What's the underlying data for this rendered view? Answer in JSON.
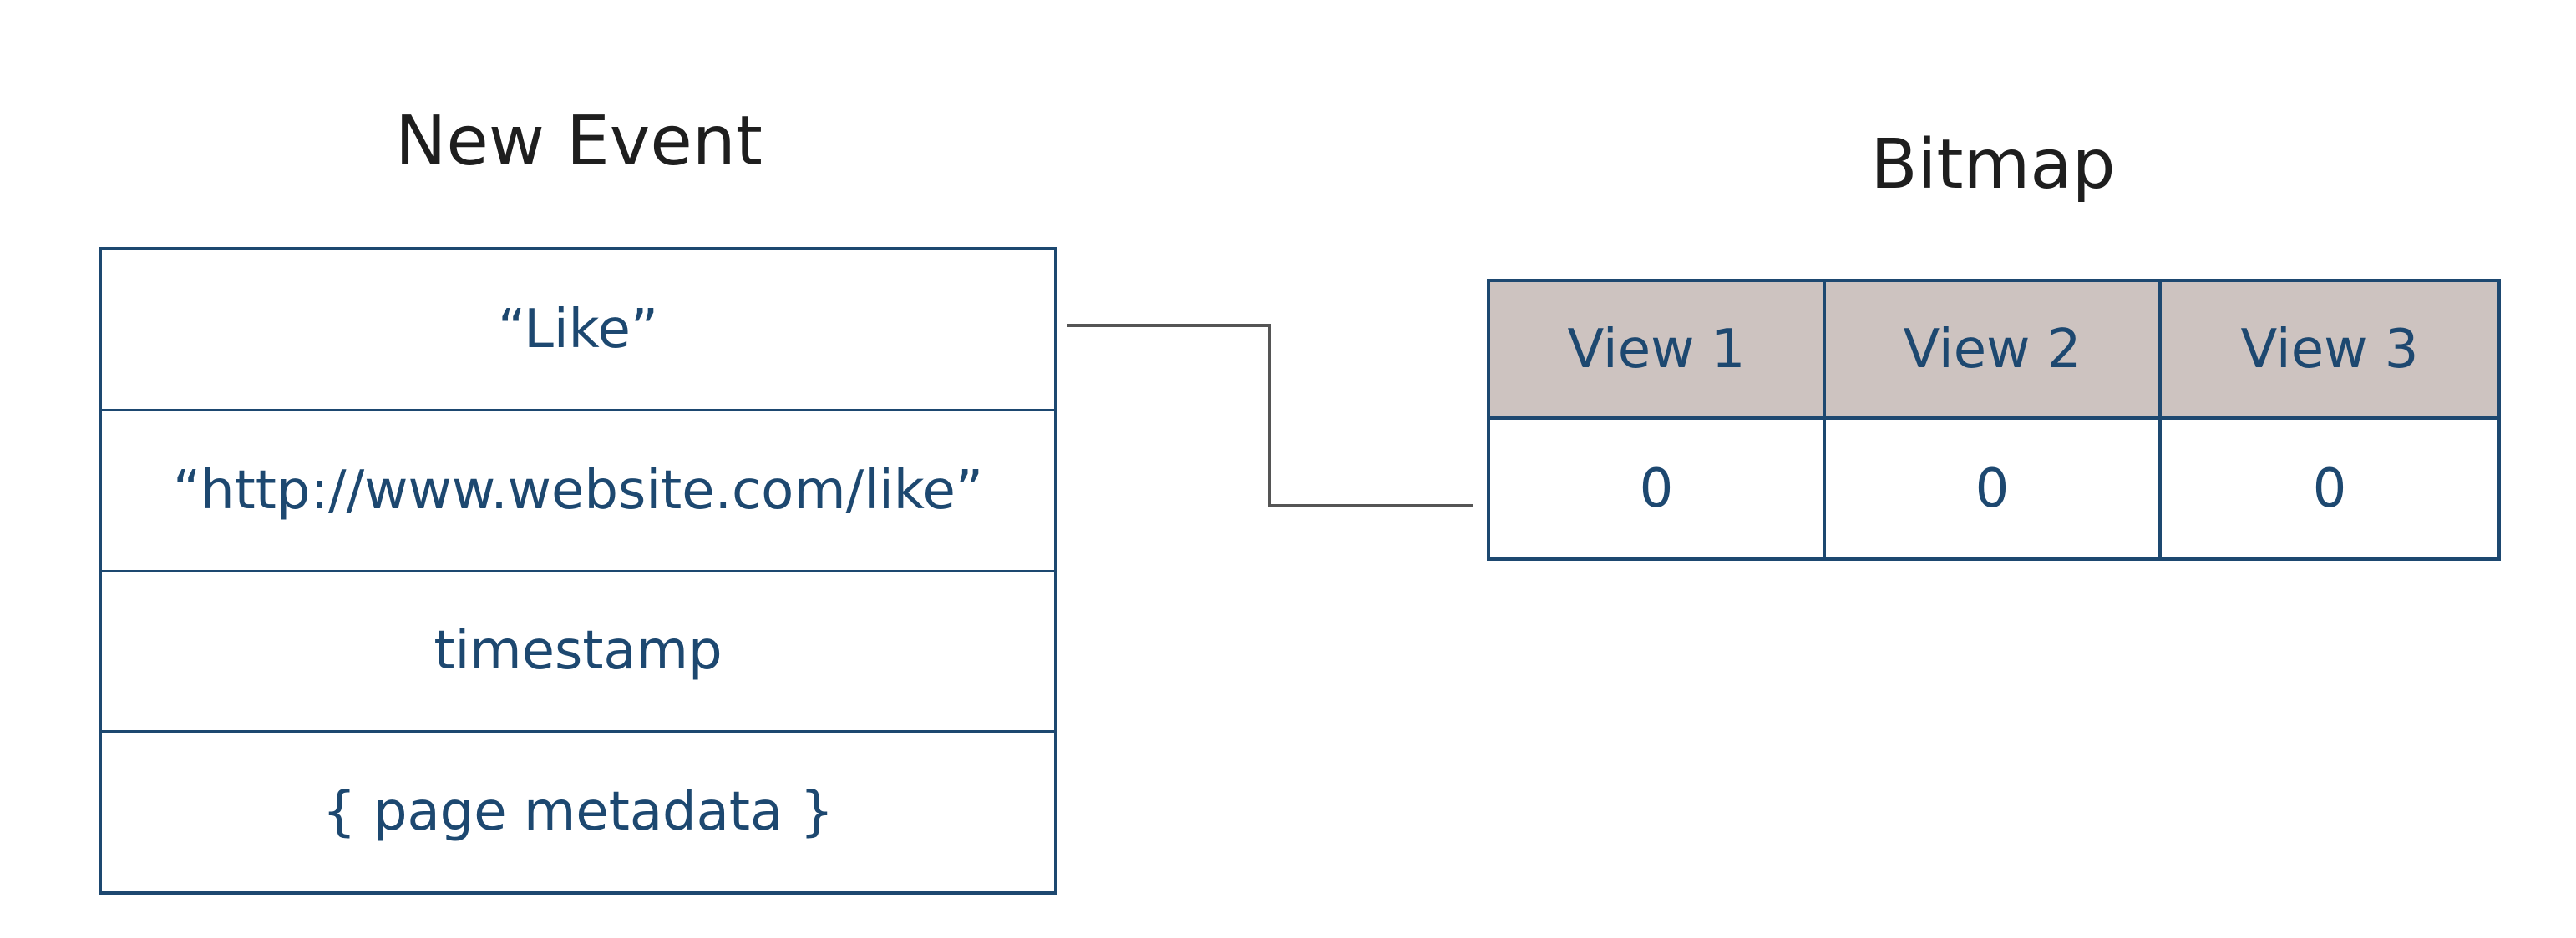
{
  "event": {
    "title": "New Event",
    "fields": [
      "“Like”",
      "“http://www.website.com/like”",
      "timestamp",
      "{ page metadata }"
    ]
  },
  "bitmap": {
    "title": "Bitmap",
    "headers": [
      "View 1",
      "View 2",
      "View 3"
    ],
    "values": [
      "0",
      "0",
      "0"
    ]
  },
  "colors": {
    "primary": "#1d4870",
    "header_fill": "#cdc3c0",
    "title_text": "#1e1e1e",
    "connector": "#555555"
  }
}
